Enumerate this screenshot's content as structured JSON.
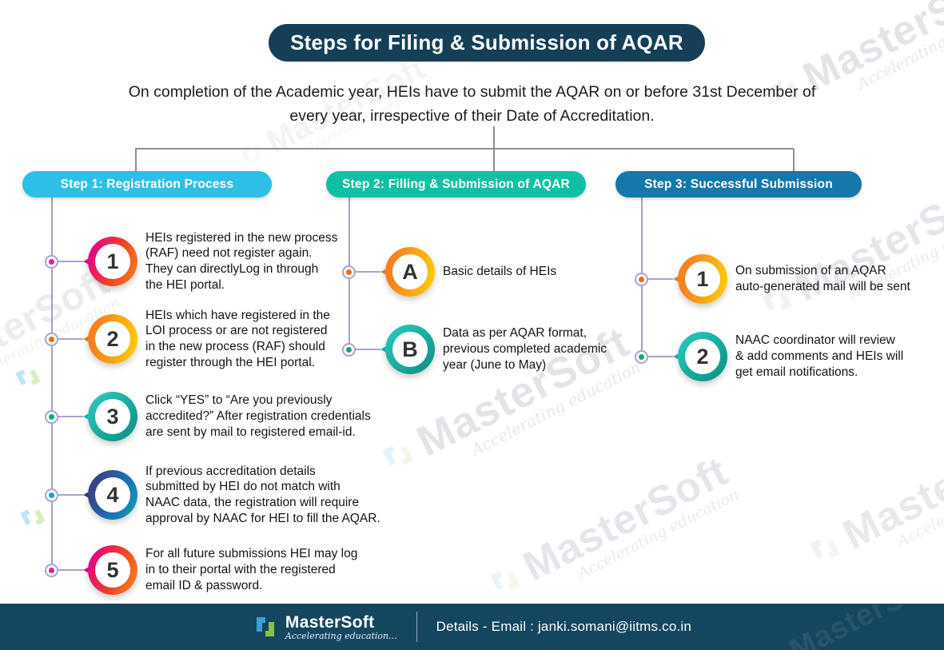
{
  "title": "Steps for Filing & Submission of AQAR",
  "subtitle": "On completion of the Academic year, HEIs have to submit the AQAR on or before 31st December of\nevery year, irrespective of their Date of Accreditation.",
  "columns": [
    {
      "header": "Step 1: Registration Process",
      "items": [
        {
          "badge": "1",
          "text": "HEIs registered in the new process\n(RAF) need not register again.\nThey can directlyLog in through\nthe HEI portal."
        },
        {
          "badge": "2",
          "text": "HEIs which have registered in the\nLOI process or are not registered\nin the new process (RAF) should\nregister through the HEI portal."
        },
        {
          "badge": "3",
          "text": "Click “YES” to “Are you previously\naccredited?” After registration credentials\nare sent by mail to registered email-id."
        },
        {
          "badge": "4",
          "text": "If previous accreditation details\nsubmitted by HEI do not match with\nNAAC data, the registration will require\napproval by NAAC for HEI to fill the AQAR."
        },
        {
          "badge": "5",
          "text": "For all future submissions HEI may log\nin to their portal with the registered\nemail ID & password."
        }
      ]
    },
    {
      "header": "Step 2: Filling & Submission of AQAR",
      "items": [
        {
          "badge": "A",
          "text": "Basic details of HEIs"
        },
        {
          "badge": "B",
          "text": "Data as per AQAR format,\nprevious completed academic\nyear (June to May)"
        }
      ]
    },
    {
      "header": "Step 3: Successful Submission",
      "items": [
        {
          "badge": "1",
          "text": "On submission of an AQAR\nauto-generated mail will be sent"
        },
        {
          "badge": "2",
          "text": "NAAC coordinator will review\n& add comments and HEIs will\nget email notifications."
        }
      ]
    }
  ],
  "footer": {
    "brand": "MasterSoft",
    "tagline": "Accelerating education...",
    "details": "Details - Email : janki.somani@iitms.co.in"
  },
  "watermark": {
    "brand": "MasterSoft",
    "tagline": "Accelerating education"
  },
  "colors": {
    "title_bg": "#153f57",
    "step1_banner": "#2cc0e8",
    "step2_banner": "#10c0a5",
    "step3_banner": "#1578aa",
    "footer_bg": "#15465f",
    "marker_pink_orange": [
      "#e5097f",
      "#f58220"
    ],
    "marker_orange_yellow": [
      "#f58220",
      "#ffcb05"
    ],
    "marker_teal": [
      "#28c7ba",
      "#0d9488"
    ],
    "marker_indigo_blue": [
      "#43397f",
      "#12a3b4"
    ],
    "logo_blue": "#3aa0d8",
    "logo_green": "#86c440"
  }
}
